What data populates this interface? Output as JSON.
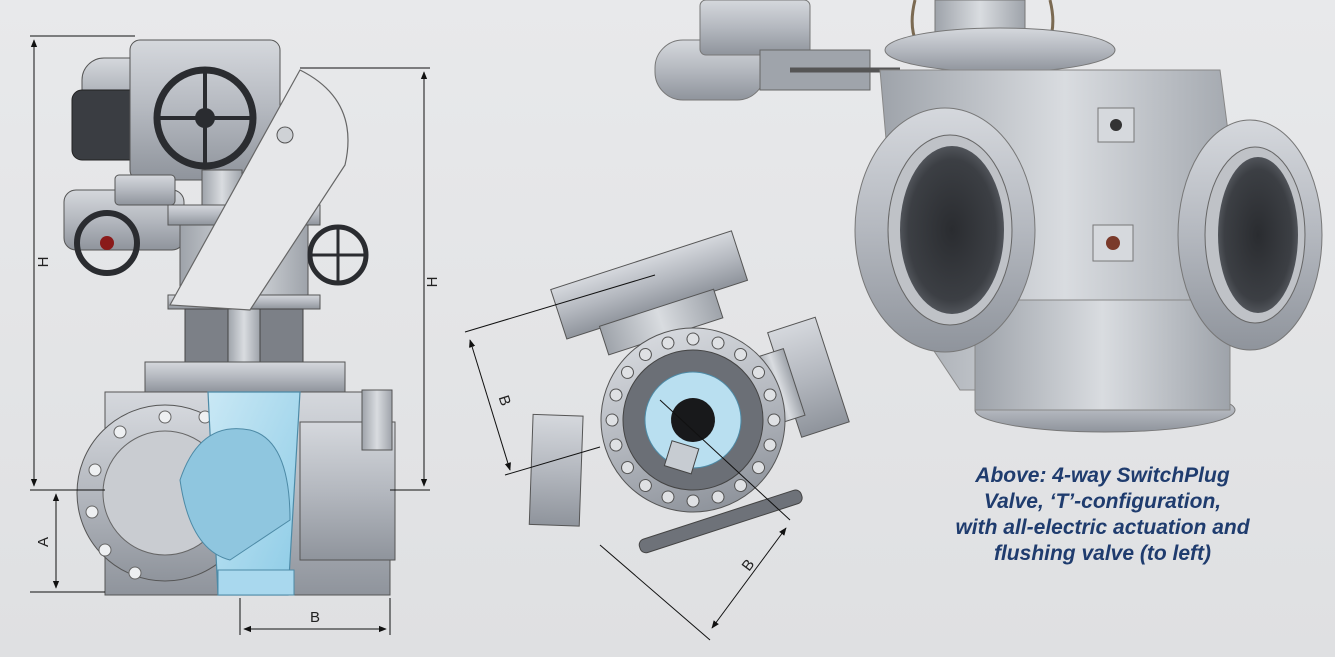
{
  "dimensions": {
    "height_left": "H",
    "height_right": "H",
    "port_a": "A",
    "width_b_side": "B",
    "width_b_top_1": "B",
    "width_b_top_2": "B"
  },
  "caption": {
    "line1": "Above: 4-way SwitchPlug",
    "line2": "Valve, ‘T’-configuration,",
    "line3": "with all-electric actuation and",
    "line4": "flushing valve (to left)"
  },
  "colors": {
    "caption": "#1f3c6e",
    "flow_passage": "#a9d8ee",
    "valve_metal": "#b9bdc4",
    "background": "#e4e5e7"
  },
  "icons": {
    "side_view": "valve-section-drawing",
    "top_view": "valve-top-view-drawing",
    "photo": "valve-photo"
  }
}
